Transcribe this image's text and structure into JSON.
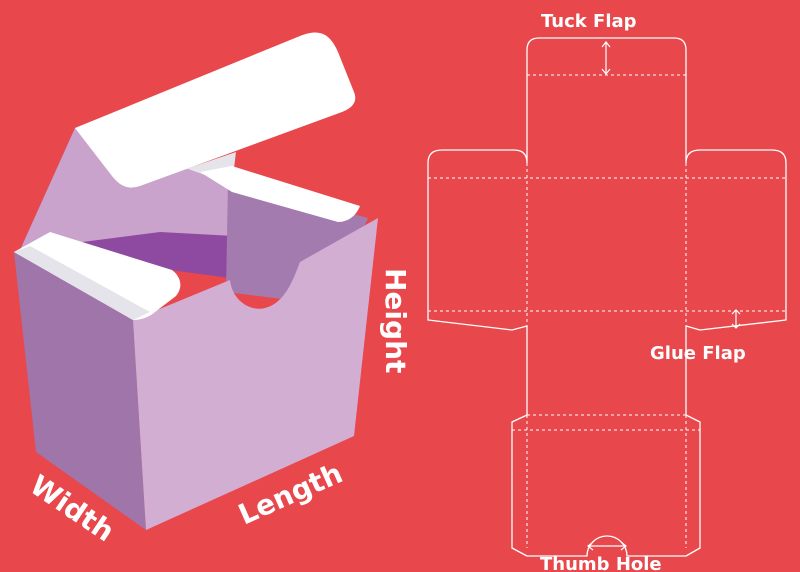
{
  "colors": {
    "background": "#E8474C",
    "box_front": "#D3AED3",
    "box_side": "#A076AA",
    "box_back_inner": "#8E4AA0",
    "box_inner_wall": "#A47BAE",
    "flap": "#FFFFFF",
    "flap_shadow": "#E4E4EA",
    "dieline": "#FFFFFF"
  },
  "labels": {
    "width": "Width",
    "length": "Length",
    "height": "Height",
    "tuck_flap": "Tuck Flap",
    "glue_flap": "Glue Flap",
    "thumb_hole": "Thumb Hole"
  }
}
